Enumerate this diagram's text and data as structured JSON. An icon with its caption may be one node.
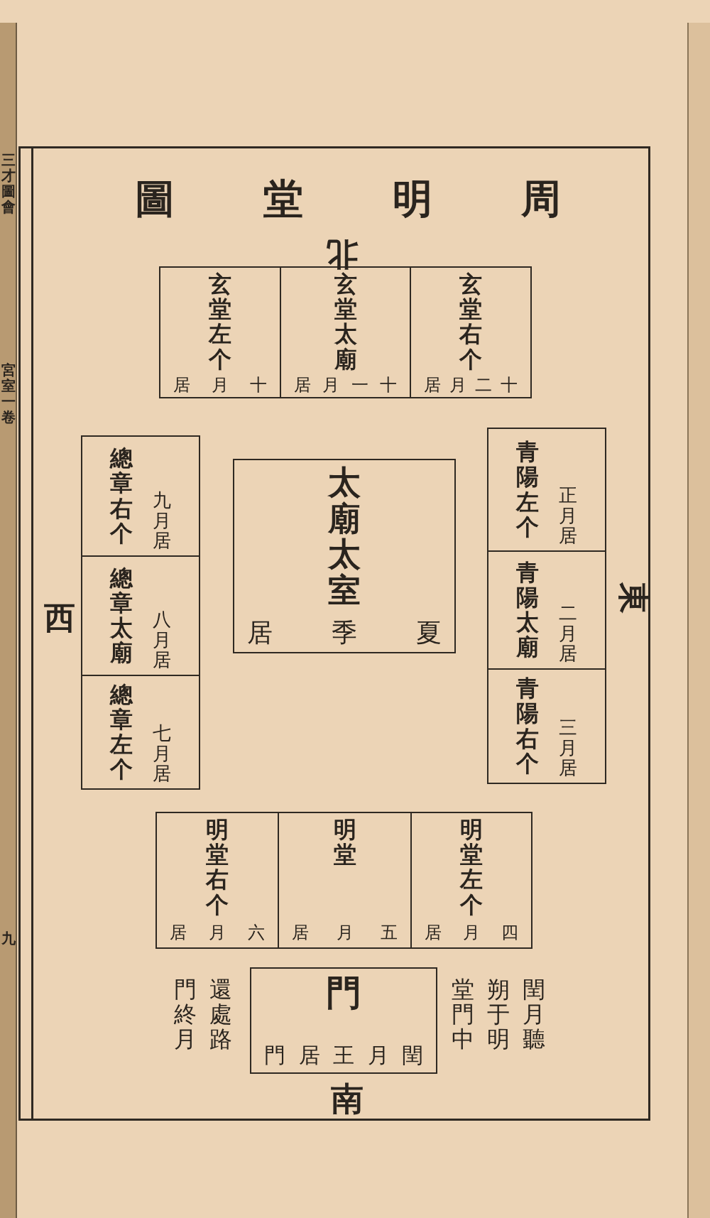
{
  "diagram": {
    "title": "周明堂圖",
    "nodes": [
      {
        "text": [
          "玄堂左个",
          "十月居"
        ]
      },
      {
        "text": [
          "玄堂太廟",
          "十一月居"
        ]
      },
      {
        "text": [
          "玄堂右个",
          "十二月居"
        ]
      },
      {
        "text": [
          "總章右个",
          "九月居"
        ]
      },
      {
        "text": [
          "青陽左个",
          "正月居"
        ]
      },
      {
        "text": [
          "太廟太室",
          "夏季居"
        ]
      },
      {
        "text": [
          "總章太廟",
          "八月居"
        ]
      },
      {
        "text": [
          "青陽太廟",
          "二月居"
        ]
      },
      {
        "text": [
          "總章左个",
          "七月居"
        ]
      },
      {
        "text": [
          "青陽右个",
          "三月居"
        ]
      },
      {
        "text": [
          "明堂右个",
          "六月居"
        ]
      },
      {
        "text": [
          "明堂",
          "五月居"
        ]
      },
      {
        "text": [
          "明堂左个",
          "四月居"
        ]
      },
      {
        "text": [
          "門",
          "閏月王居門"
        ],
        "beside": [
          "閏月聽朔于明堂門中",
          "還處路門終月"
        ]
      }
    ],
    "labels": [
      "三才圖會",
      "宮室一卷",
      "九",
      "北",
      "西",
      "東",
      "南"
    ]
  }
}
